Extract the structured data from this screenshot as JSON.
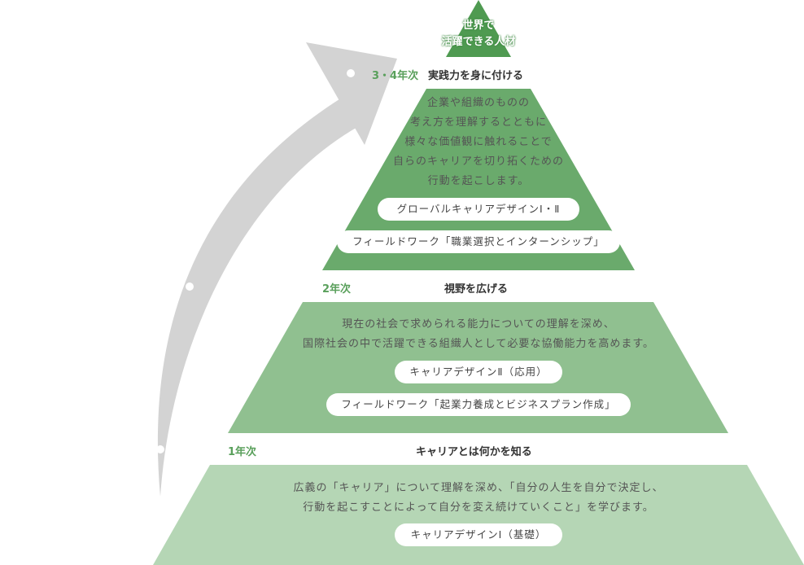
{
  "colors": {
    "tier_top": "#6aaa6c",
    "tier_middle": "#90c090",
    "tier_bottom": "#b5d6b5",
    "peak": "#4f9a51",
    "arrow": "#d3d3d3",
    "year_label": "#5aa05c"
  },
  "peak": {
    "line1": "世界で",
    "line2": "活躍できる人材"
  },
  "tiers": [
    {
      "year": "3・4年次",
      "heading": "実践力を身に付ける",
      "description": [
        "企業や組織のものの",
        "考え方を理解するとともに",
        "様々な価値観に触れることで",
        "自らのキャリアを切り拓くための",
        "行動を起こします。"
      ],
      "courses": [
        "グローバルキャリアデザインⅠ・Ⅱ",
        "フィールドワーク「職業選択とインターンシップ」"
      ]
    },
    {
      "year": "2年次",
      "heading": "視野を広げる",
      "description": [
        "現在の社会で求められる能力についての理解を深め、",
        "国際社会の中で活躍できる組織人として必要な協働能力を高めます。"
      ],
      "courses": [
        "キャリアデザインⅡ（応用）",
        "フィールドワーク「起業力養成とビジネスプラン作成」"
      ]
    },
    {
      "year": "1年次",
      "heading": "キャリアとは何かを知る",
      "description": [
        "広義の「キャリア」について理解を深め、「自分の人生を自分で決定し、",
        "行動を起こすことによって自分を変え続けていくこと」を学びます。"
      ],
      "courses": [
        "キャリアデザインⅠ（基礎）"
      ]
    }
  ]
}
